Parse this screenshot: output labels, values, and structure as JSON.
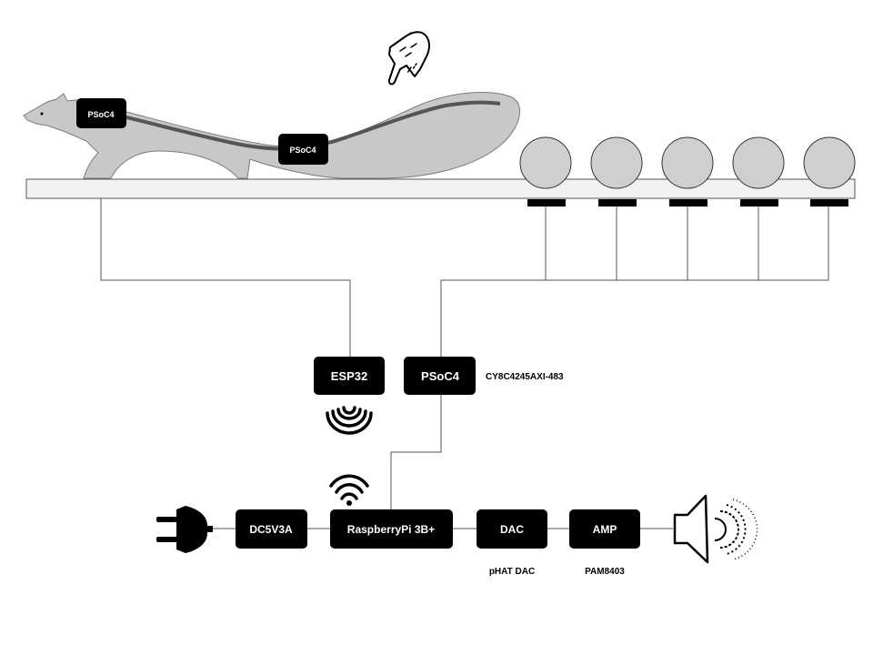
{
  "labels": {
    "psoc_squirrel_head": "PSoC4",
    "psoc_squirrel_tail": "PSoC4",
    "esp32": "ESP32",
    "psoc_main": "PSoC4",
    "psoc_part": "CY8C4245AXI-483",
    "dc": "DC5V3A",
    "rpi": "RaspberryPi 3B+",
    "dac": "DAC",
    "dac_part": "pHAT DAC",
    "amp": "AMP",
    "amp_part": "PAM8403"
  },
  "colors": {
    "block": "#000000",
    "block_text": "#ffffff",
    "wire": "#555555",
    "squirrel": "#c8c8c8",
    "shelf": "#f2f2f2",
    "ball": "#cfcfcf"
  },
  "sensor_count": 5
}
